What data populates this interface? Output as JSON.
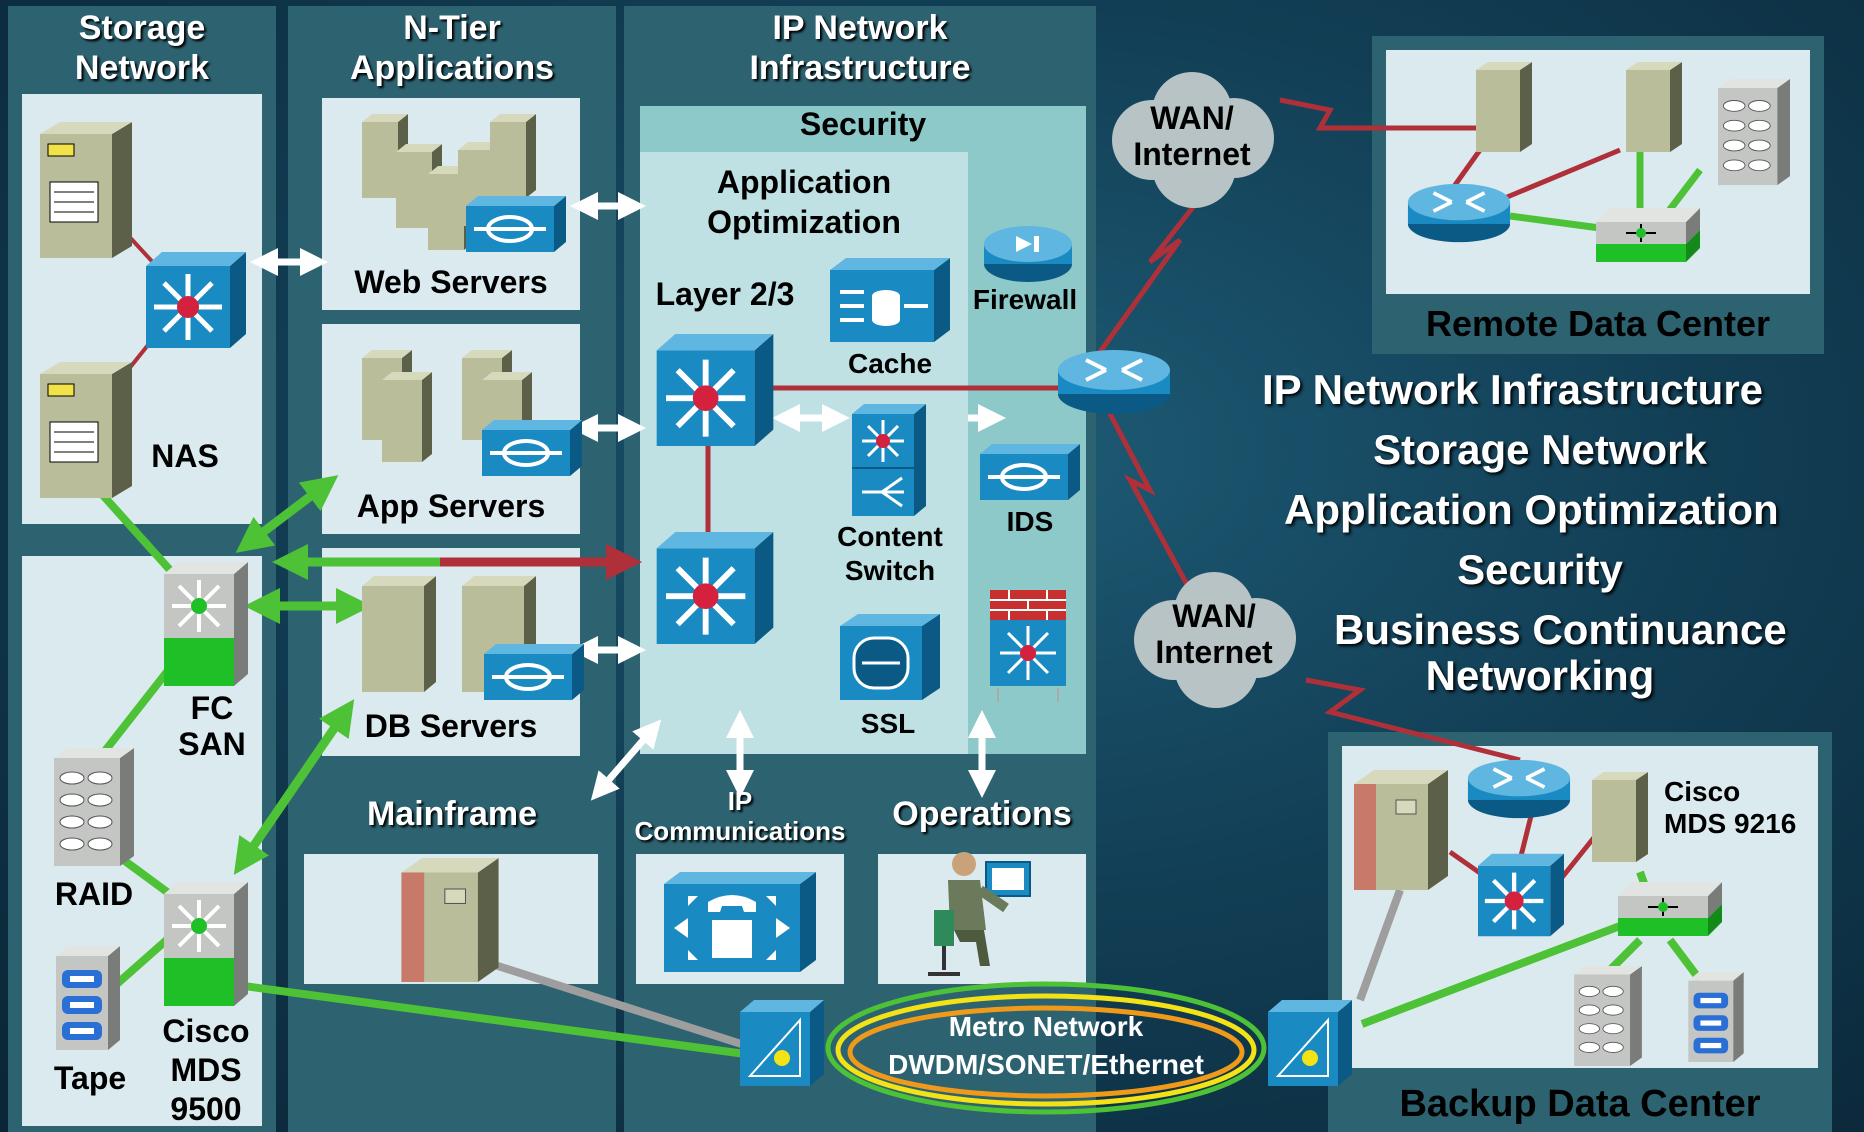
{
  "columns": {
    "storage": "Storage\nNetwork",
    "ntier": "N-Tier\nApplications",
    "ipnet": "IP Network\nInfrastructure"
  },
  "security": "Security",
  "app_opt": "Application\nOptimization",
  "layer23": "Layer 2/3",
  "devices": {
    "cache": "Cache",
    "firewall": "Firewall",
    "content_switch": "Content\nSwitch",
    "ids": "IDS",
    "ssl": "SSL",
    "nas": "NAS",
    "fc_san": "FC\nSAN",
    "raid": "RAID",
    "tape": "Tape",
    "cisco_mds_9500": "Cisco\nMDS\n9500",
    "cisco_mds_9216": "Cisco\nMDS 9216"
  },
  "servers": {
    "web": "Web Servers",
    "app": "App Servers",
    "db": "DB Servers"
  },
  "bottom": {
    "mainframe": "Mainframe",
    "ip_comm": "IP\nCommunications",
    "operations": "Operations"
  },
  "wan1": "WAN/\nInternet",
  "wan2": "WAN/\nInternet",
  "remote_dc": "Remote Data Center",
  "backup_dc": "Backup Data Center",
  "metro": "Metro Network\nDWDM/SONET/Ethernet",
  "legend": [
    "IP Network Infrastructure",
    "Storage Network",
    "Application Optimization",
    "Security",
    "Business Continuance",
    "Networking"
  ],
  "colors": {
    "wan_link": "#b0303a",
    "san_link": "#4ec236",
    "device_blue": "#1a8bc2",
    "panel": "#2d6270"
  }
}
